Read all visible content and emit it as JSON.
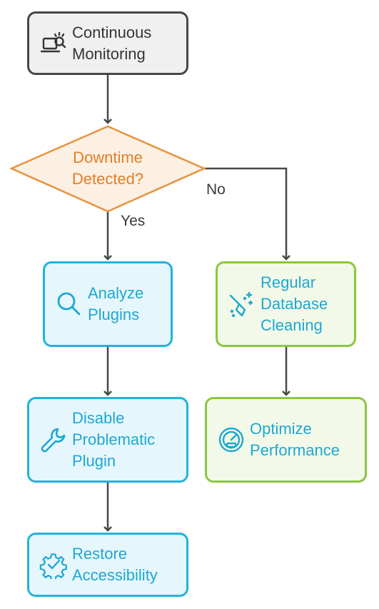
{
  "nodes": {
    "monitoring": {
      "label": "Continuous\nMonitoring",
      "icon": "laptop-search-icon"
    },
    "decision": {
      "label": "Downtime\nDetected?"
    },
    "analyze": {
      "label": "Analyze\nPlugins",
      "icon": "magnifier-icon"
    },
    "disable": {
      "label": "Disable\nProblematic\nPlugin",
      "icon": "wrench-icon"
    },
    "restore": {
      "label": "Restore\nAccessibility",
      "icon": "gear-check-icon"
    },
    "cleaning": {
      "label": "Regular\nDatabase\nCleaning",
      "icon": "broom-sparkle-icon"
    },
    "optimize": {
      "label": "Optimize\nPerformance",
      "icon": "speedometer-icon"
    }
  },
  "edges": {
    "yes_label": "Yes",
    "no_label": "No"
  },
  "colors": {
    "start_border": "#474747",
    "decision_border": "#e8923c",
    "yes_branch": "#22b3dc",
    "no_branch": "#8cc63f",
    "connector": "#474747"
  }
}
